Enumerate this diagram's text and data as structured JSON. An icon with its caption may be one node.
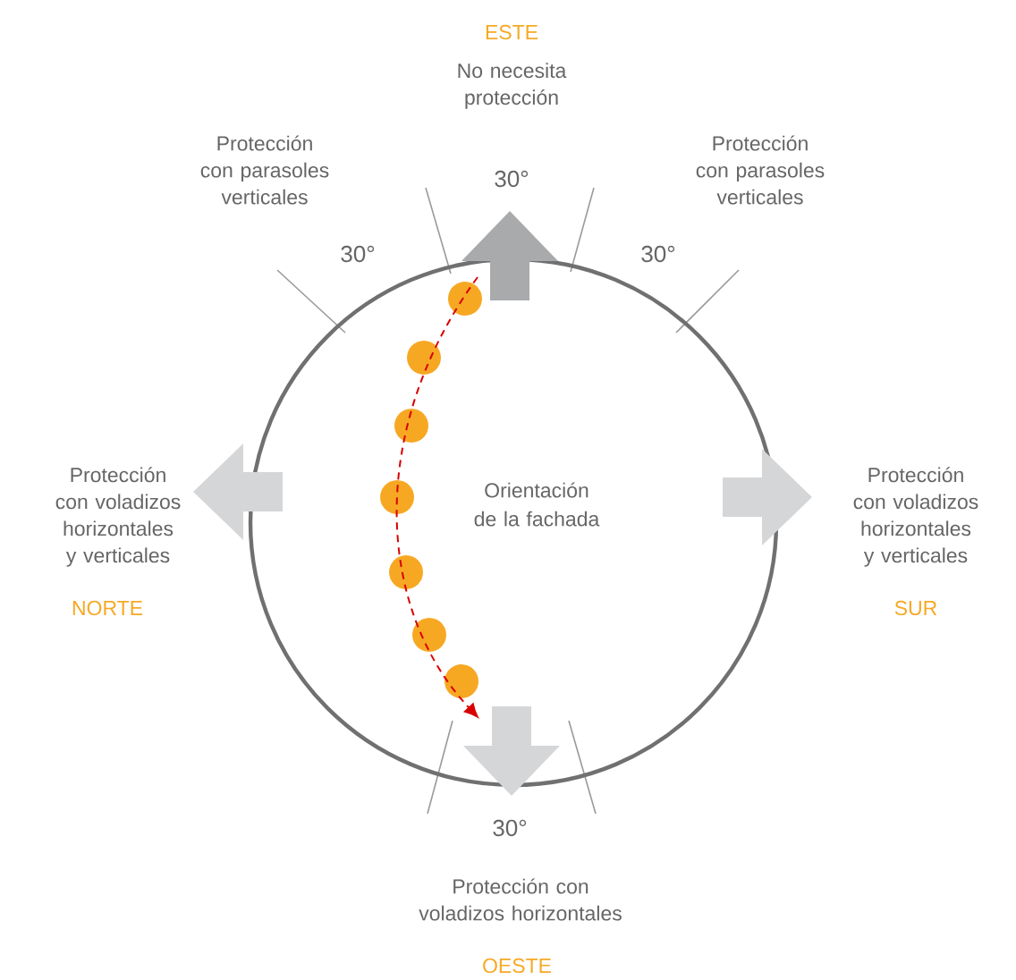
{
  "diagram": {
    "nodes": [
      {
        "text": [
          "Orientación de la fachada"
        ]
      }
    ],
    "labels": [
      "ESTE",
      "No necesita protección",
      "Protección con parasoles verticales",
      "30°",
      "Protección con parasoles verticales",
      "30°",
      "30°",
      "Protección con voladizos horizontales y verticales",
      "NORTE",
      "Protección con voladizos horizontales y verticales",
      "SUR",
      "30°",
      "Protección con voladizos horizontales",
      "OESTE"
    ]
  }
}
